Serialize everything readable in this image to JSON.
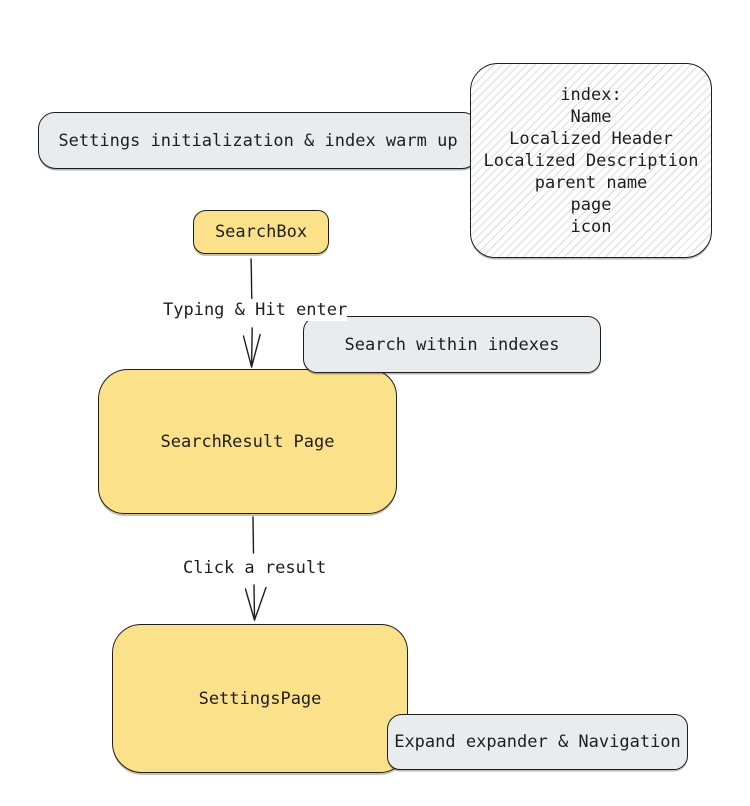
{
  "diagram": {
    "colors": {
      "yellow": "#fbe28a",
      "gray": "#e9ecef",
      "stroke": "#1e1e1e",
      "hatch": "#e1e1e1",
      "text": "#1e1e1e",
      "canvas": "#ffffff"
    },
    "nodes": {
      "settings_init": {
        "label": "Settings initialization & index warm up"
      },
      "index_note": {
        "lines": [
          "index:",
          "Name",
          "Localized Header",
          "Localized Description",
          "parent name",
          "page",
          "icon"
        ]
      },
      "searchbox": {
        "label": "SearchBox"
      },
      "search_within": {
        "label": "Search within indexes"
      },
      "search_result": {
        "label": "SearchResult Page"
      },
      "settings_page": {
        "label": "SettingsPage"
      },
      "expand_nav": {
        "label": "Expand expander & Navigation"
      }
    },
    "edges": {
      "typing": {
        "label": "Typing & Hit enter"
      },
      "click": {
        "label": "Click a result"
      }
    }
  }
}
